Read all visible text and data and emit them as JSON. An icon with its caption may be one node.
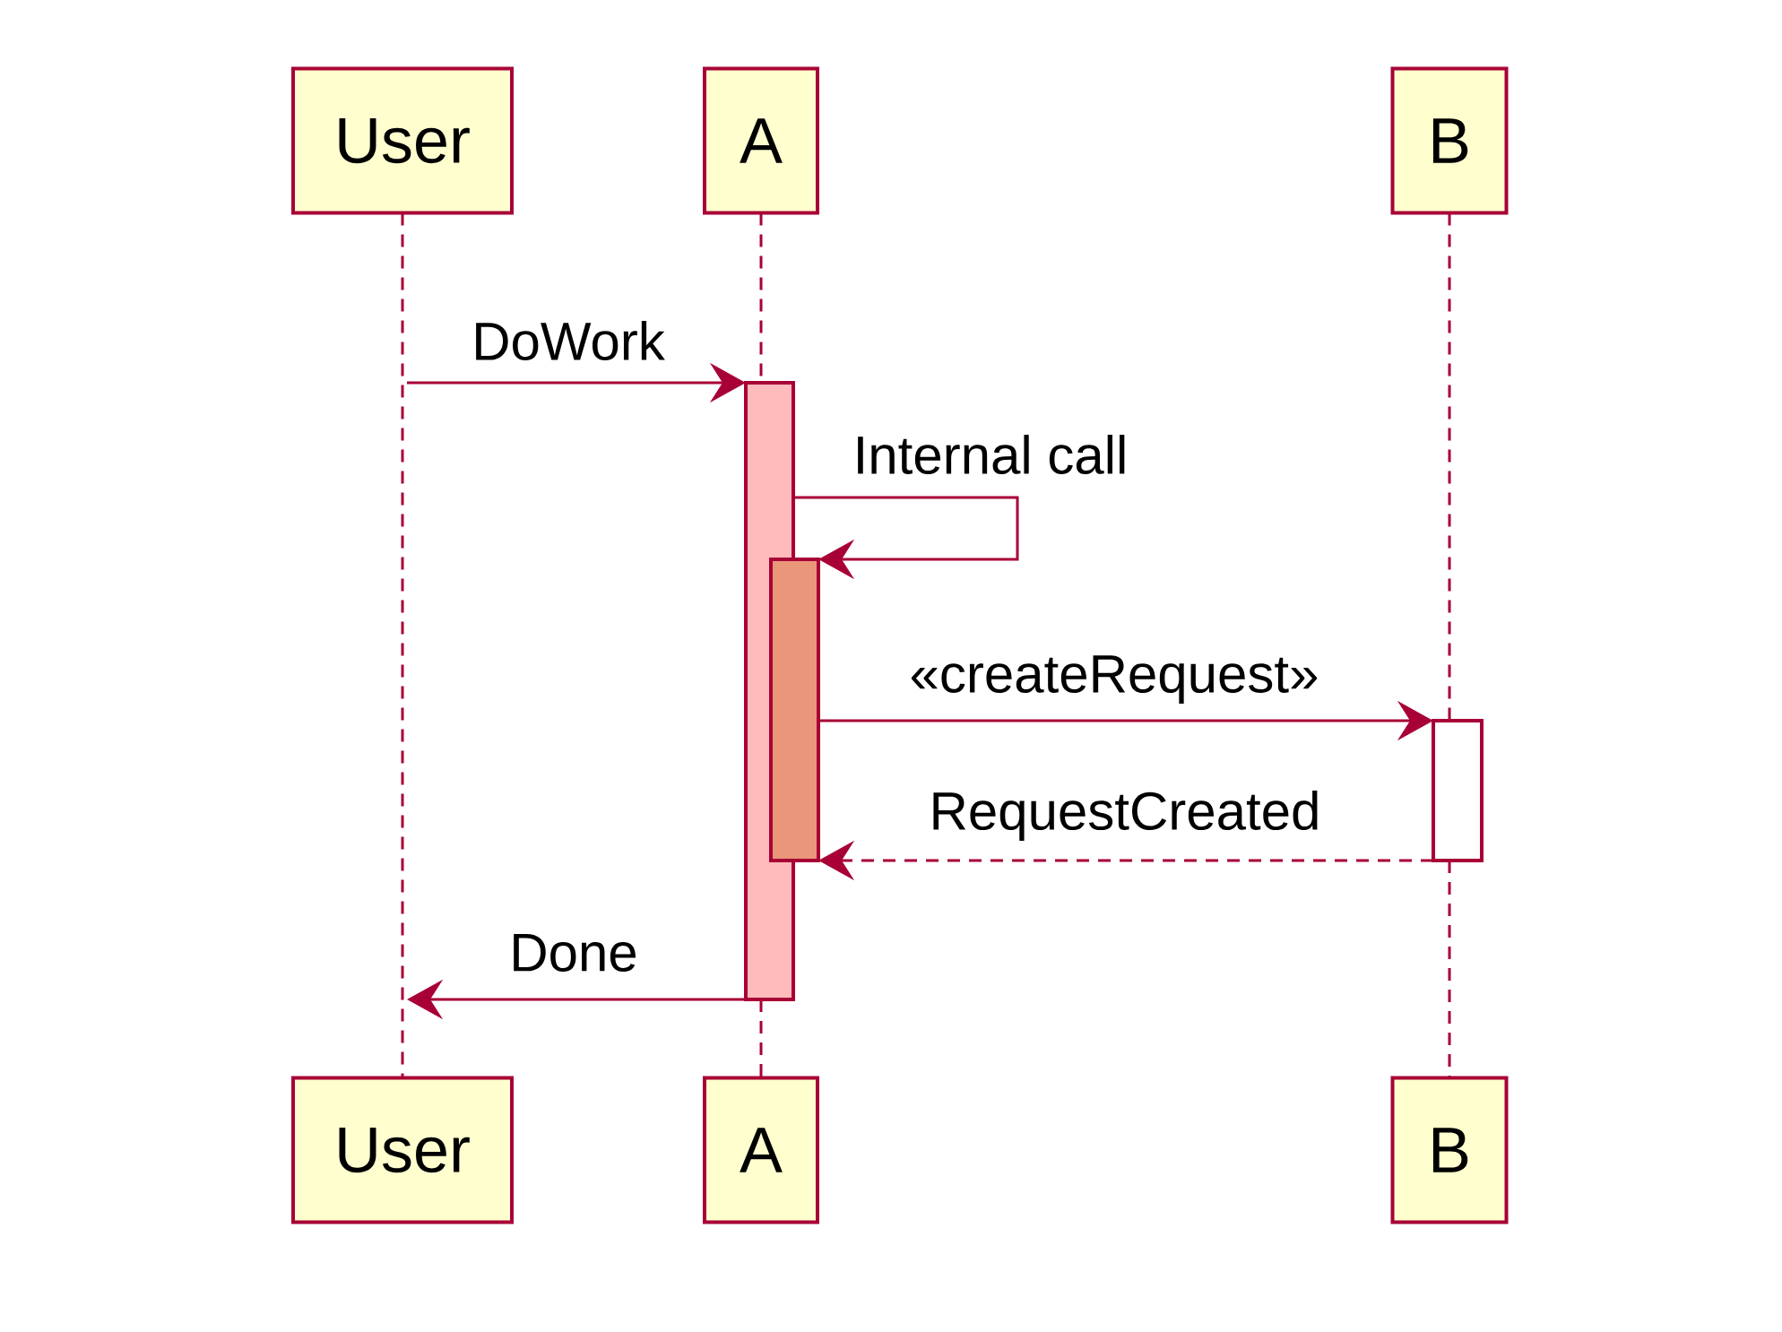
{
  "diagram": {
    "nodes": [
      {
        "text": [
          "User"
        ]
      },
      {
        "text": [
          "A"
        ]
      },
      {
        "text": [
          "B"
        ]
      },
      {
        "text": [
          "User"
        ]
      },
      {
        "text": [
          "A"
        ]
      },
      {
        "text": [
          "B"
        ]
      },
      {
        "text": [],
        "shape": "bar"
      },
      {
        "text": [],
        "shape": "bar"
      },
      {
        "text": [],
        "shape": "bar"
      }
    ],
    "edges": [
      {
        "from": 0,
        "to": 3,
        "arrow": "none",
        "style": "dashed"
      },
      {
        "from": 1,
        "to": 6,
        "arrow": "none",
        "style": "dashed"
      },
      {
        "from": 2,
        "to": 8,
        "arrow": "none",
        "style": "dashed"
      },
      {
        "from": null,
        "to": 6,
        "arrow": "to",
        "label": "DoWork"
      },
      {
        "from": 6,
        "to": 7,
        "arrow": "to",
        "label": "Internal call"
      },
      {
        "from": 7,
        "to": 8,
        "arrow": "to",
        "label": "«createRequest»"
      },
      {
        "from": 8,
        "to": 7,
        "arrow": "to",
        "label": "RequestCreated",
        "style": "dashed"
      },
      {
        "from": 6,
        "to": null,
        "arrow": "to",
        "label": "Done"
      },
      {
        "from": 6,
        "to": 4,
        "arrow": "none",
        "style": "dashed"
      },
      {
        "from": 8,
        "to": 5,
        "arrow": "none",
        "style": "dashed"
      }
    ]
  }
}
